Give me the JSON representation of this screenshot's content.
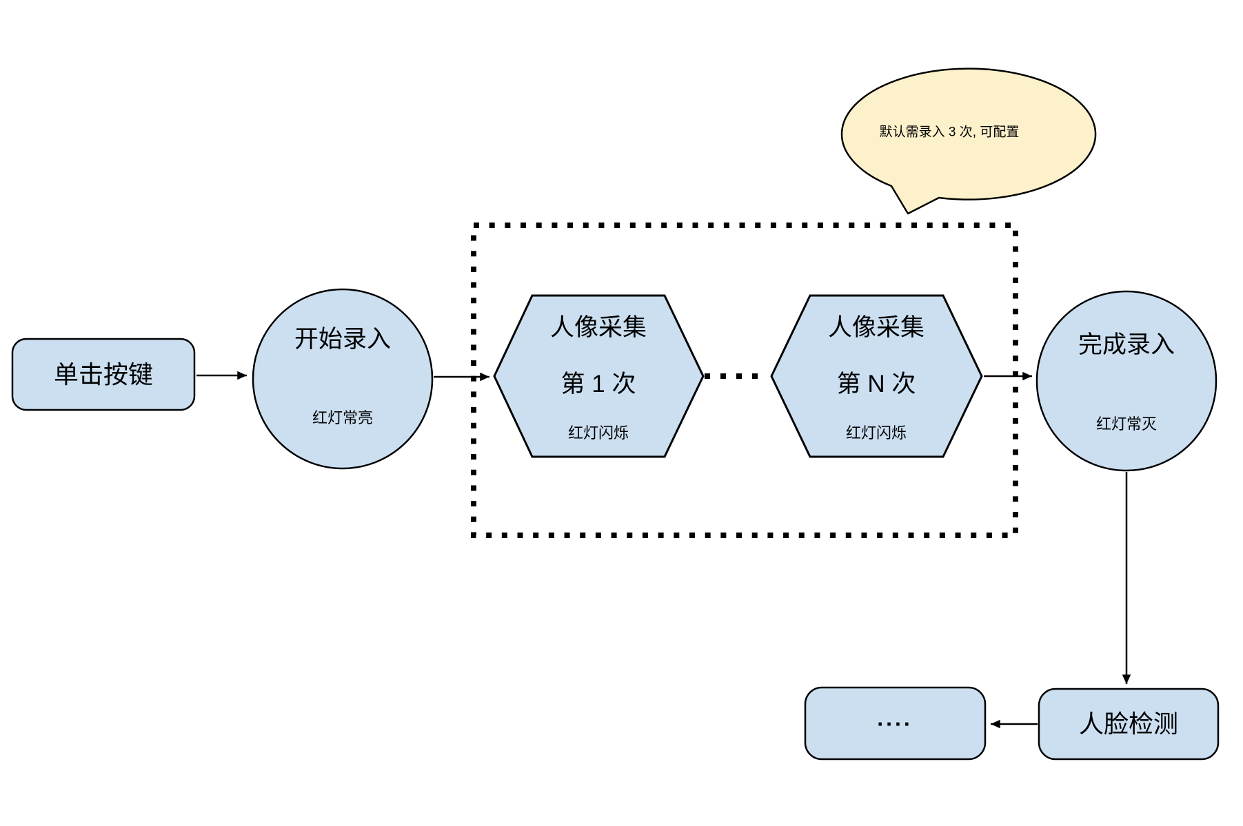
{
  "diagram": {
    "colors": {
      "node_fill": "#CBDFF1",
      "node_stroke": "#000000",
      "callout_fill": "#FDF1CB",
      "connector": "#000000"
    },
    "nodes": {
      "click_button": {
        "label": "单击按键"
      },
      "start_entry": {
        "label": "开始录入",
        "sublabel": "红灯常亮"
      },
      "capture_first": {
        "label": "人像采集",
        "label2": "第 1 次",
        "sublabel": "红灯闪烁"
      },
      "capture_nth": {
        "label": "人像采集",
        "label2": "第 N 次",
        "sublabel": "红灯闪烁"
      },
      "finish_entry": {
        "label": "完成录入",
        "sublabel": "红灯常灭"
      },
      "face_detection": {
        "label": "人脸检测"
      },
      "ellipsis_box": {
        "label": "...."
      }
    },
    "callout": {
      "text": "默认需录入 3 次, 可配置"
    }
  }
}
